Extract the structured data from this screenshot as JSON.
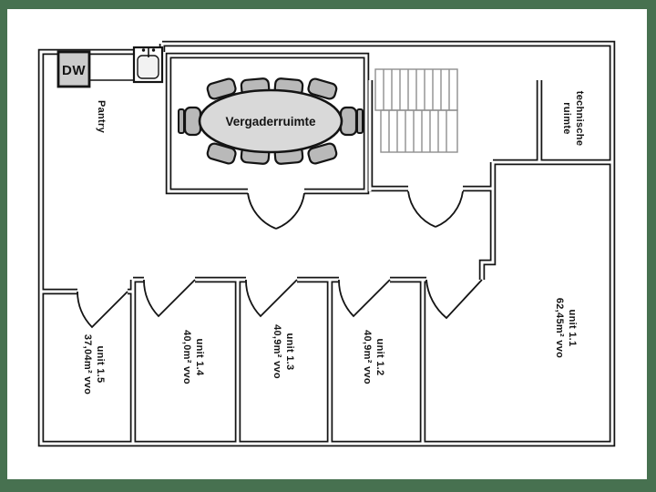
{
  "colors": {
    "background_green": "#477150",
    "paper": "#ffffff",
    "wall": "#141414"
  },
  "rooms": {
    "pantry": {
      "label": "Pantry"
    },
    "meeting": {
      "label": "Vergaderruimte"
    },
    "technical": {
      "line1": "technische",
      "line2": "ruimte"
    },
    "unit11": {
      "name": "unit 1.1",
      "area": "62,45m² vvo"
    },
    "unit12": {
      "name": "unit 1.2",
      "area": "40,9m² vvo"
    },
    "unit13": {
      "name": "unit 1.3",
      "area": "40,9m² vvo"
    },
    "unit14": {
      "name": "unit 1.4",
      "area": "40,0m² vvo"
    },
    "unit15": {
      "name": "unit 1.5",
      "area": "37,04m² vvo"
    }
  },
  "fixtures": {
    "dishwasher_label": "DW"
  }
}
